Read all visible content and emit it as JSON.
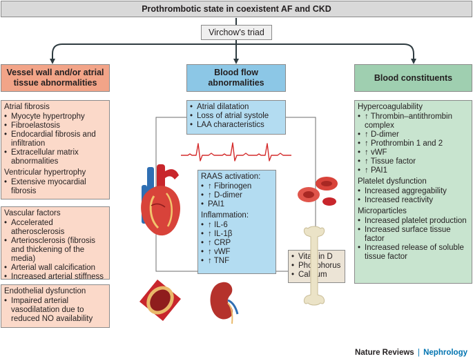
{
  "title": "Prothrombotic state in coexistent AF and CKD",
  "center_node": "Virchow's triad",
  "categories": {
    "vessel": "Vessel wall and/or atrial tissue abnormalities",
    "flow": "Blood flow abnormalities",
    "constituents": "Blood constituents"
  },
  "vessel_panels": [
    {
      "heading": "Atrial fibrosis",
      "items": [
        "Myocyte hypertrophy",
        "Fibroelastosis",
        "Endocardial fibrosis and infiltration",
        "Extracellular matrix abnormalities"
      ],
      "subheading": "Ventricular hypertrophy",
      "subitems": [
        "Extensive myocardial fibrosis"
      ]
    },
    {
      "heading": "Vascular factors",
      "items": [
        "Accelerated atherosclerosis",
        "Arteriosclerosis (fibrosis and thickening of the media)",
        "Arterial wall calcification",
        "Increased arterial stiffness"
      ]
    },
    {
      "heading": "Endothelial dysfunction",
      "items": [
        "Impaired arterial vasodilatation due to reduced NO availability"
      ]
    }
  ],
  "flow_panel": {
    "items": [
      "Atrial dilatation",
      "Loss of atrial systole",
      "LAA characteristics"
    ]
  },
  "raas_panel": {
    "heading": "RAAS activation:",
    "items": [
      "↑ Fibrinogen",
      "↑ D-dimer",
      "PAI1"
    ],
    "subheading": "Inflammation:",
    "subitems": [
      "↑ IL-6",
      "↑ IL-1β",
      "↑ CRP",
      "↑ vWF",
      "↑ TNF"
    ]
  },
  "mineral_panel": {
    "items": [
      "Vitamin D",
      "Phosphorus",
      "Calcium"
    ]
  },
  "constituent_panel": {
    "sections": [
      {
        "heading": "Hypercoagulability",
        "items": [
          "↑ Thrombin–antithrombin complex",
          "↑ D-dimer",
          "↑ Prothrombin 1 and 2",
          "↑ vWF",
          "↑ Tissue factor",
          "↑ PAI1"
        ]
      },
      {
        "heading": "Platelet dysfunction",
        "items": [
          "Increased aggregability",
          "Increased reactivity"
        ]
      },
      {
        "heading": "Microparticles",
        "items": [
          "Increased platelet production",
          "Increased surface tissue factor",
          "Increased release of soluble tissue factor"
        ]
      }
    ]
  },
  "footer": {
    "publisher": "Nature Reviews",
    "separator": "|",
    "journal": "Nephrology"
  },
  "icons": [
    "heart-illustration",
    "ecg-trace-icon",
    "red-blood-cells-illustration",
    "artery-cross-section-illustration",
    "kidney-illustration",
    "bone-illustration"
  ],
  "colors": {
    "vessel": "#f2a488",
    "vessel_panel": "#fbd9c9",
    "flow": "#8cc7e6",
    "flow_panel": "#b3dcf1",
    "constituents": "#9fcfb0",
    "constituents_panel": "#c8e4cf",
    "mineral_panel": "#ece4d6",
    "arrow": "#2e3b40",
    "ecg": "#d42b2b"
  }
}
